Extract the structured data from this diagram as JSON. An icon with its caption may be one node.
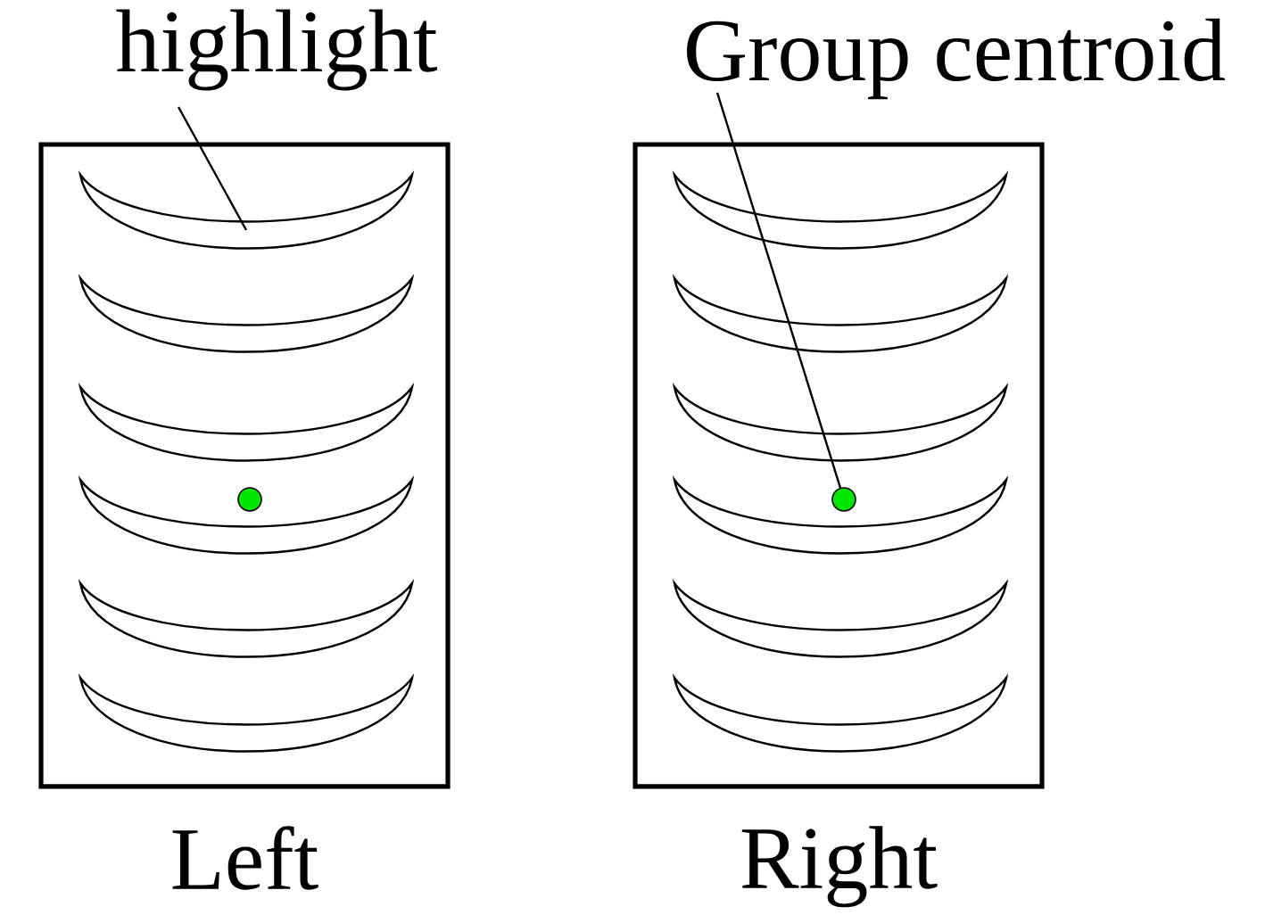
{
  "diagram": {
    "nodes": [
      {
        "text": [
          "highlight"
        ]
      },
      {
        "text": [
          "Group centroid"
        ]
      },
      {
        "text": [
          "Left"
        ]
      },
      {
        "text": [],
        "shape": "crescent",
        "in": 2
      },
      {
        "text": [],
        "shape": "crescent",
        "in": 2
      },
      {
        "text": [],
        "shape": "crescent",
        "in": 2
      },
      {
        "text": [],
        "shape": "crescent",
        "in": 2
      },
      {
        "text": [],
        "shape": "crescent",
        "in": 2
      },
      {
        "text": [],
        "shape": "crescent",
        "in": 2
      },
      {
        "text": [
          "Right"
        ]
      },
      {
        "text": [],
        "shape": "crescent",
        "in": 9
      },
      {
        "text": [],
        "shape": "crescent",
        "in": 9
      },
      {
        "text": [],
        "shape": "crescent",
        "in": 9
      },
      {
        "text": [],
        "shape": "crescent",
        "in": 9
      },
      {
        "text": [],
        "shape": "crescent",
        "in": 9
      },
      {
        "text": [],
        "shape": "crescent",
        "in": 9
      },
      {
        "text": [],
        "shape": "circle",
        "in": 2
      },
      {
        "text": [],
        "shape": "circle",
        "in": 9
      }
    ],
    "edges": [
      {
        "from": 0,
        "to": 3,
        "arrow": "none"
      },
      {
        "from": 1,
        "to": 17,
        "arrow": "none"
      }
    ]
  }
}
